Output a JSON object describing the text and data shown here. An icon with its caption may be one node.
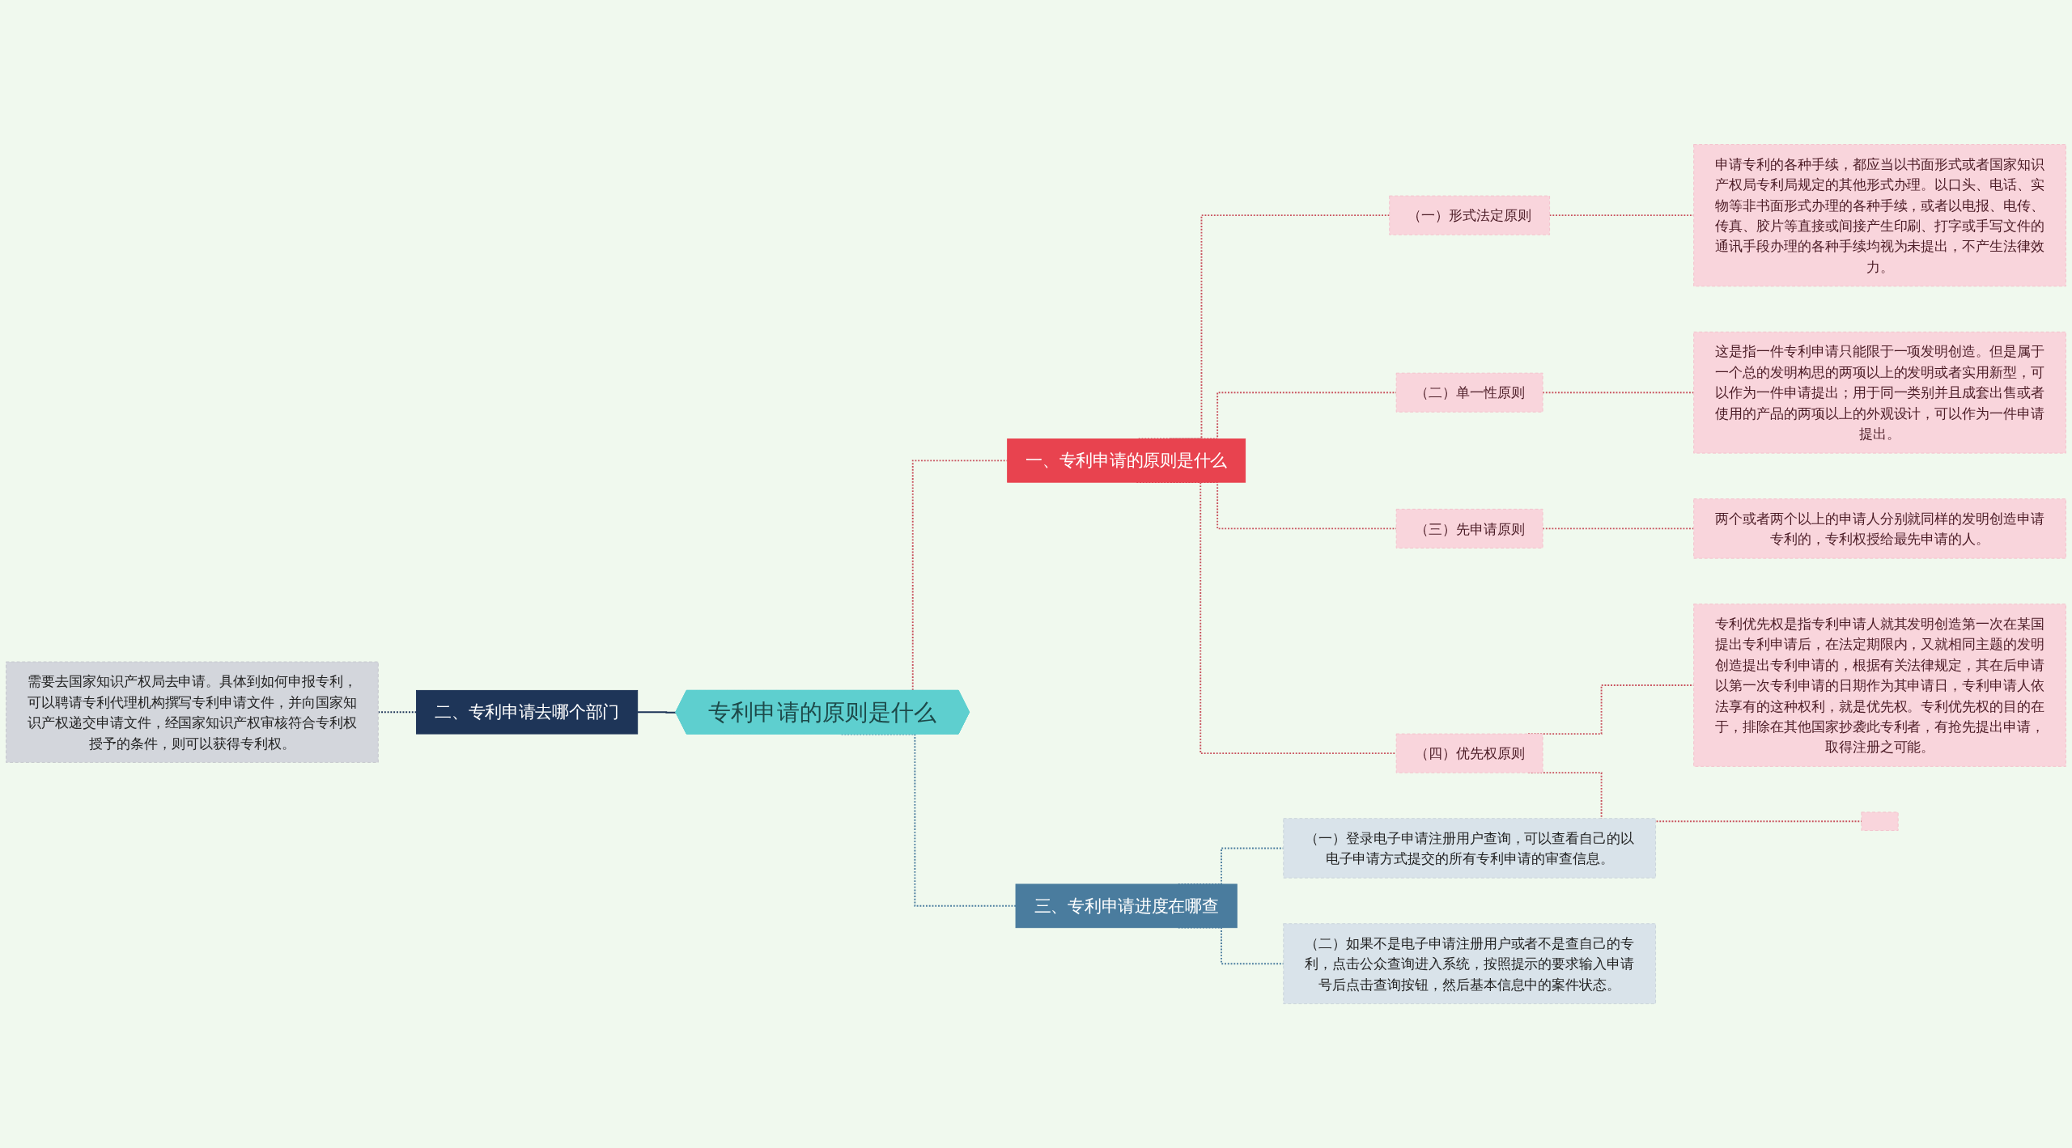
{
  "diagram": {
    "nodes": [
      {
        "text": [
          "专利申请的原则是什么"
        ]
      },
      {
        "text": [
          "一、专利申请的原则是什么"
        ]
      },
      {
        "text": [
          "（一）形式法定原则"
        ]
      },
      {
        "text": [
          "申请专利的各种手续，都应当以书面形式或者国家知识产权局专利局规定的其他形式办理。以口头、电话、实物等非书面形式办理的各种手续，或者以电报、电传、传真、胶片等直接或间接产生印刷、打字或手写文件的通讯手段办理的各种手续均视为未提出，不产生法律效力。"
        ]
      },
      {
        "text": [
          "（二）单一性原则"
        ]
      },
      {
        "text": [
          "这是指一件专利申请只能限于一项发明创造。但是属于一个总的发明构思的两项以上的发明或者实用新型，可以作为一件申请提出；用于同一类别并且成套出售或者使用的产品的两项以上的外观设计，可以作为一件申请提出。"
        ]
      },
      {
        "text": [
          "（三）先申请原则"
        ]
      },
      {
        "text": [
          "两个或者两个以上的申请人分别就同样的发明创造申请专利的，专利权授给最先申请的人。"
        ]
      },
      {
        "text": [
          "（四）优先权原则"
        ]
      },
      {
        "text": [
          "专利优先权是指专利申请人就其发明创造第一次在某国提出专利申请后，在法定期限内，又就相同主题的发明创造提出专利申请的，根据有关法律规定，其在后申请以第一次专利申请的日期作为其申请日，专利申请人依法享有的这种权利，就是优先权。专利优先权的目的在于，排除在其他国家抄袭此专利者，有抢先提出申请，取得注册之可能。"
        ]
      },
      {
        "text": [],
        "shape": "box"
      },
      {
        "text": [
          "二、专利申请去哪个部门"
        ]
      },
      {
        "text": [
          "需要去国家知识产权局去申请。具体到如何申报专利，可以聘请专利代理机构撰写专利申请文件，并向国家知识产权递交申请文件，经国家知识产权审核符合专利权授予的条件，则可以获得专利权。"
        ]
      },
      {
        "text": [
          "三、专利申请进度在哪查"
        ]
      },
      {
        "text": [
          "（一）登录电子申请注册用户查询，可以查看自己的以电子申请方式提交的所有专利申请的审查信息。"
        ]
      },
      {
        "text": [
          "（二）如果不是电子申请注册用户或者不是查自己的专利，点击公众查询进入系统，按照提示的要求输入申请号后点击查询按钮，然后基本信息中的案件状态。"
        ]
      }
    ],
    "edges": [
      {
        "from": 0,
        "to": 1,
        "arrow": "none",
        "style": "dashed"
      },
      {
        "from": 1,
        "to": 2,
        "arrow": "none",
        "style": "dashed"
      },
      {
        "from": 2,
        "to": 3,
        "arrow": "none",
        "style": "dashed"
      },
      {
        "from": 1,
        "to": 4,
        "arrow": "none",
        "style": "dashed"
      },
      {
        "from": 4,
        "to": 5,
        "arrow": "none",
        "style": "dashed"
      },
      {
        "from": 1,
        "to": 6,
        "arrow": "none",
        "style": "dashed"
      },
      {
        "from": 6,
        "to": 7,
        "arrow": "none",
        "style": "dashed"
      },
      {
        "from": 1,
        "to": 8,
        "arrow": "none",
        "style": "dashed"
      },
      {
        "from": 8,
        "to": 9,
        "arrow": "none",
        "style": "dashed"
      },
      {
        "from": 8,
        "to": 10,
        "arrow": "none",
        "style": "dashed"
      },
      {
        "from": 0,
        "to": 11,
        "arrow": "none",
        "color": "#1e3558"
      },
      {
        "from": 11,
        "to": 12,
        "arrow": "none",
        "style": "dashed",
        "color": "#1e3558"
      },
      {
        "from": 0,
        "to": 13,
        "arrow": "none",
        "style": "dashed",
        "color": "#4a7c9e"
      },
      {
        "from": 13,
        "to": 14,
        "arrow": "none",
        "style": "dashed",
        "color": "#4a7c9e"
      },
      {
        "from": 13,
        "to": 15,
        "arrow": "none",
        "style": "dashed",
        "color": "#4a7c9e"
      }
    ]
  }
}
